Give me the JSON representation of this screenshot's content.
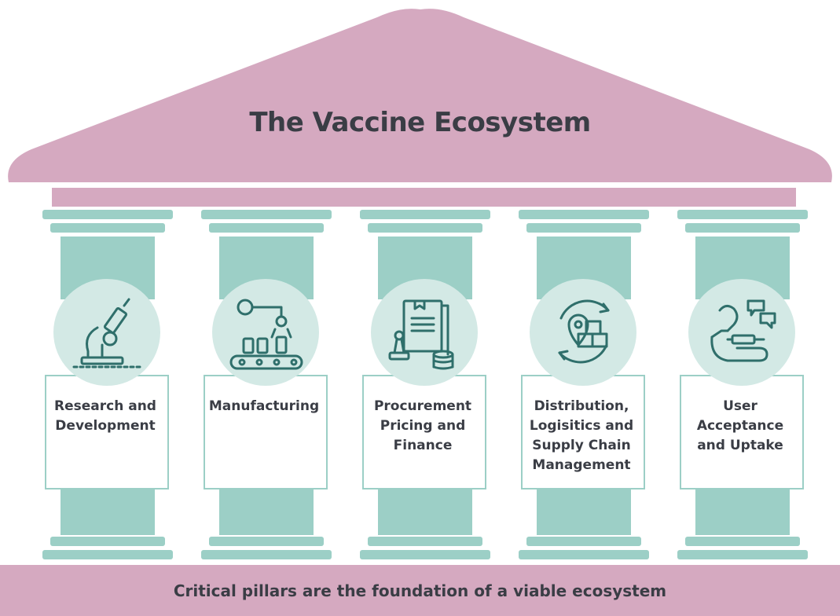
{
  "title": "The Vaccine Ecosystem",
  "pillars": [
    {
      "label_lines": [
        "Research and",
        "Development"
      ],
      "icon": "microscope-icon"
    },
    {
      "label_lines": [
        "Manufacturing"
      ],
      "icon": "conveyor-robot-arm-icon"
    },
    {
      "label_lines": [
        "Procurement",
        "Pricing and",
        "Finance"
      ],
      "icon": "document-stamp-coins-icon"
    },
    {
      "label_lines": [
        "Distribution,",
        "Logisitics and",
        "Supply Chain",
        "Management"
      ],
      "icon": "location-boxes-cycle-icon"
    },
    {
      "label_lines": [
        "User",
        "Acceptance",
        "and Uptake"
      ],
      "icon": "syringe-arm-chat-icon"
    }
  ],
  "footer": "Critical pillars are the foundation of a viable ecosystem",
  "colors": {
    "roof": "#d5a9c0",
    "pillar": "#9ccfc6",
    "circle": "#d3e9e5",
    "icon": "#2f6f6b",
    "text": "#3a3d45"
  }
}
